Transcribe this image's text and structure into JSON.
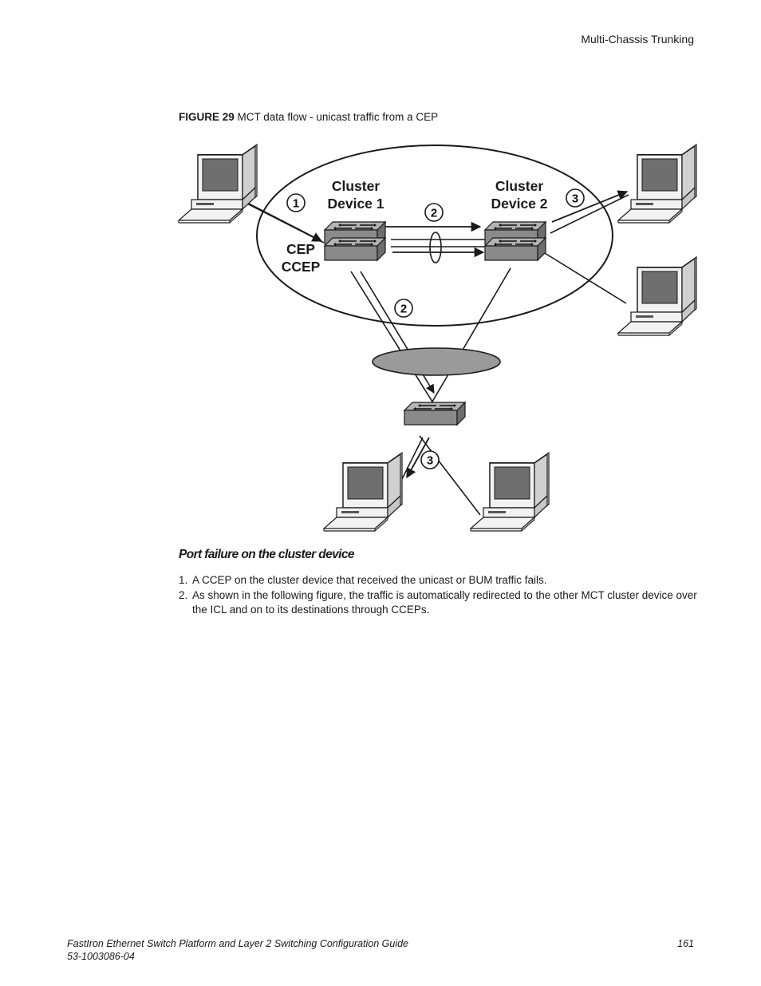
{
  "header": {
    "section_title": "Multi-Chassis Trunking"
  },
  "figure": {
    "caption_label": "FIGURE 29",
    "caption_text": "MCT data flow - unicast traffic from a CEP",
    "labels": {
      "cluster_device_1_line1": "Cluster",
      "cluster_device_1_line2": "Device 1",
      "cluster_device_2_line1": "Cluster",
      "cluster_device_2_line2": "Device 2",
      "cep": "CEP",
      "ccep": "CCEP"
    },
    "steps": {
      "one": "1",
      "two_a": "2",
      "two_b": "2",
      "three_a": "3",
      "three_b": "3"
    },
    "colors": {
      "ink": "#1a1a1a",
      "device_gray": "#8a8a8a",
      "screen_gray": "#6f6f6f",
      "lag_fill": "#9a9a9a"
    }
  },
  "section": {
    "heading": "Port failure on the cluster device",
    "steps": [
      {
        "num": "1.",
        "text": "A CCEP on the cluster device that received the unicast or BUM traffic fails."
      },
      {
        "num": "2.",
        "text": "As shown in the following figure, the traffic is automatically redirected to the other MCT cluster device over the ICL and on to its destinations through CCEPs."
      }
    ]
  },
  "footer": {
    "title": "FastIron Ethernet Switch Platform and Layer 2 Switching Configuration Guide",
    "doc_number": "53-1003086-04",
    "page_number": "161"
  }
}
